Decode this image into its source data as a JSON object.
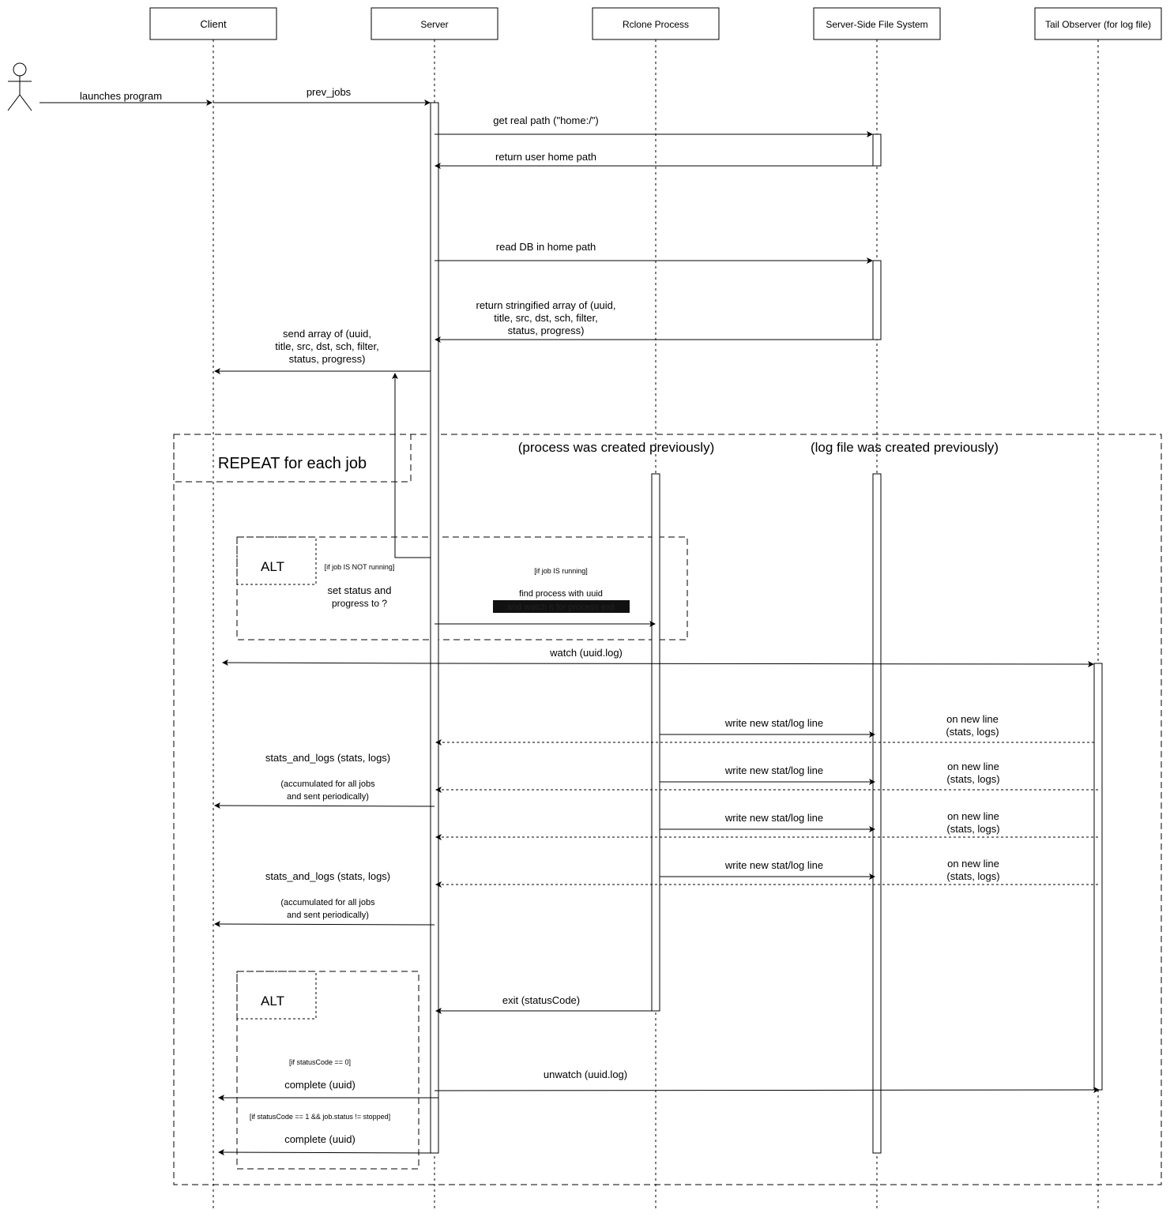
{
  "participants": [
    "Client",
    "Server",
    "Rclone Process",
    "Server-Side File System",
    "Tail Observer (for log file)"
  ],
  "messages": {
    "launch": "launches program",
    "prev_jobs": "prev_jobs",
    "get_real_path": "get real path (\"home:/\")",
    "return_home": "return user home path",
    "read_db": "read DB in home path",
    "return_array": [
      "return stringified array of (uuid,",
      "title, src, dst, sch, filter,",
      "status, progress)"
    ],
    "send_array": [
      "send array of (uuid,",
      "title, src, dst, sch, filter,",
      "status, progress)"
    ],
    "watch": "watch (uuid.log)",
    "write_line": "write new stat/log line",
    "on_new_line": [
      "on new line",
      "(stats, logs)"
    ],
    "stats_and_logs": "stats_and_logs (stats, logs)",
    "accumulated": [
      "(accumulated for all jobs",
      "and sent periodically)"
    ],
    "exit": "exit (statusCode)",
    "unwatch": "unwatch (uuid.log)",
    "complete": "complete (uuid)"
  },
  "repeat": {
    "label": "REPEAT for each job",
    "process_note": "(process was created previously)",
    "log_note": "(log file was created previously)"
  },
  "alt1": {
    "label": "ALT",
    "guard_not_running": "[if job IS NOT running]",
    "set_status": [
      "set status and",
      "progress to ?"
    ],
    "guard_running": "[if job IS running]",
    "find_process": "find process with uuid",
    "watch_exit": "and watch it for process exit"
  },
  "alt2": {
    "label": "ALT",
    "guard_zero": "[if statusCode == 0]",
    "guard_one": "[if statusCode == 1 && job.status != stopped]"
  }
}
